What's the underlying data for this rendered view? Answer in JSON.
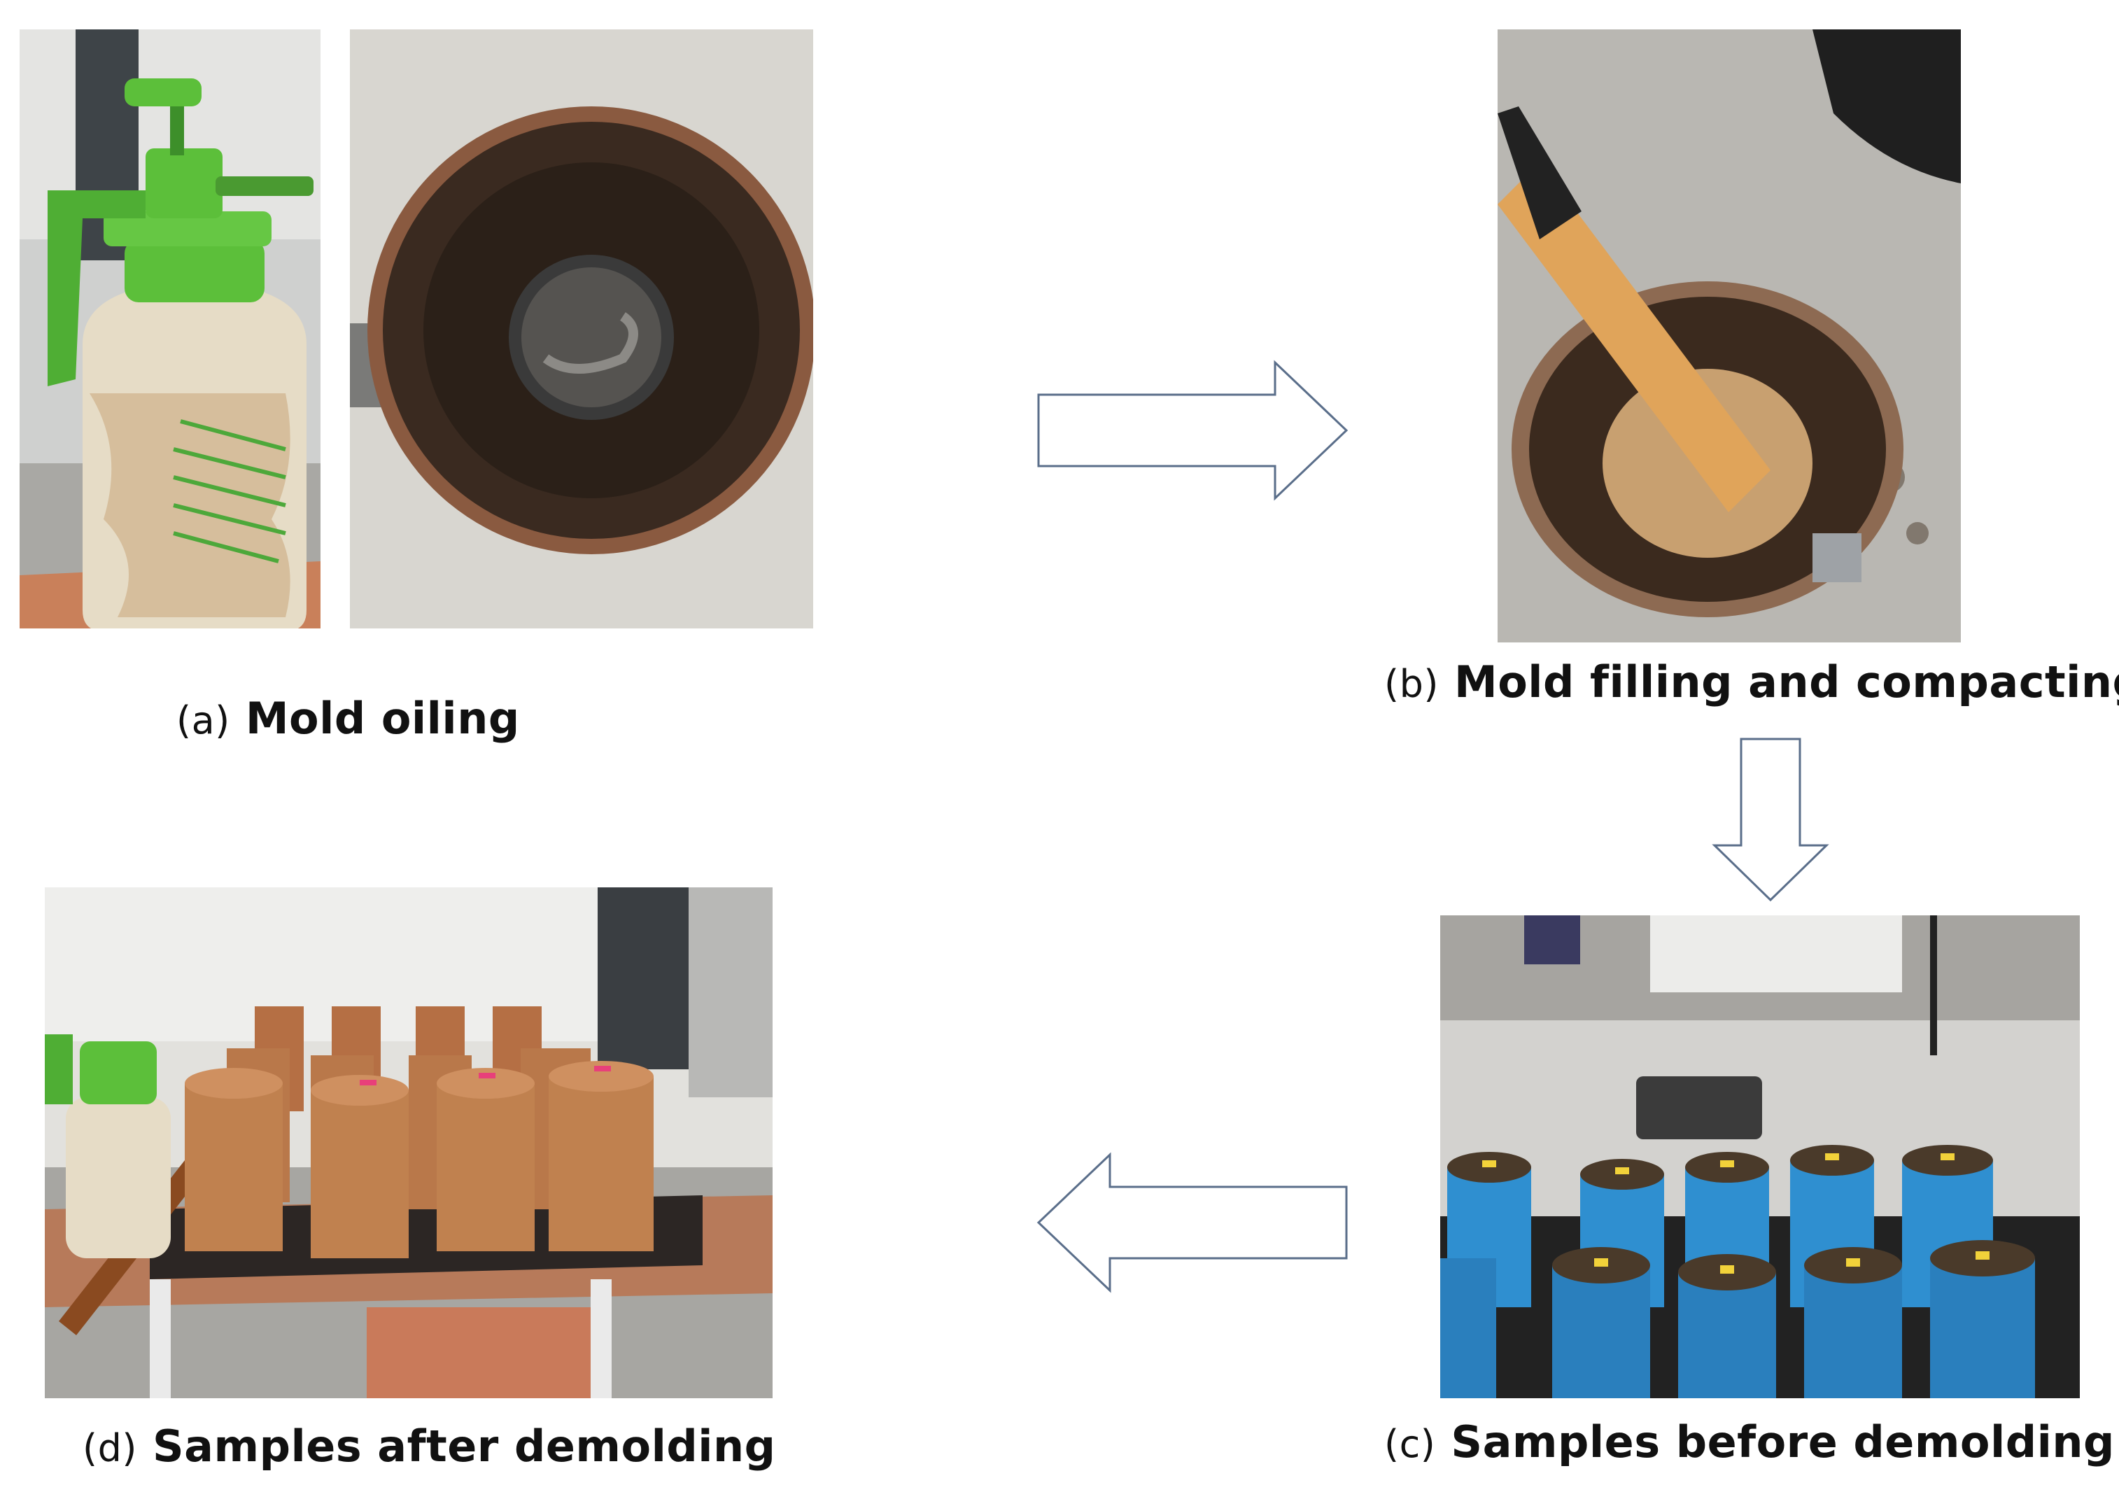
{
  "captions": {
    "a": {
      "tag": "(a)",
      "text": "Mold oiling"
    },
    "b": {
      "tag": "(b)",
      "text": "Mold filling and compacting"
    },
    "c": {
      "tag": "(c)",
      "text": "Samples before demolding"
    },
    "d": {
      "tag": "(d)",
      "text": "Samples after demolding"
    }
  },
  "colors": {
    "arrow_stroke": "#5a6e8a",
    "sprayer_green": "#5cbf3a",
    "mold_rust": "#5a3a26",
    "mold_blue": "#2f8fd0",
    "earth_sample": "#b9784a",
    "floor_grey": "#b9b7b2"
  },
  "icons": {
    "arrow_a_to_b": "right-arrow",
    "arrow_b_to_c": "down-arrow",
    "arrow_c_to_d": "left-arrow"
  }
}
